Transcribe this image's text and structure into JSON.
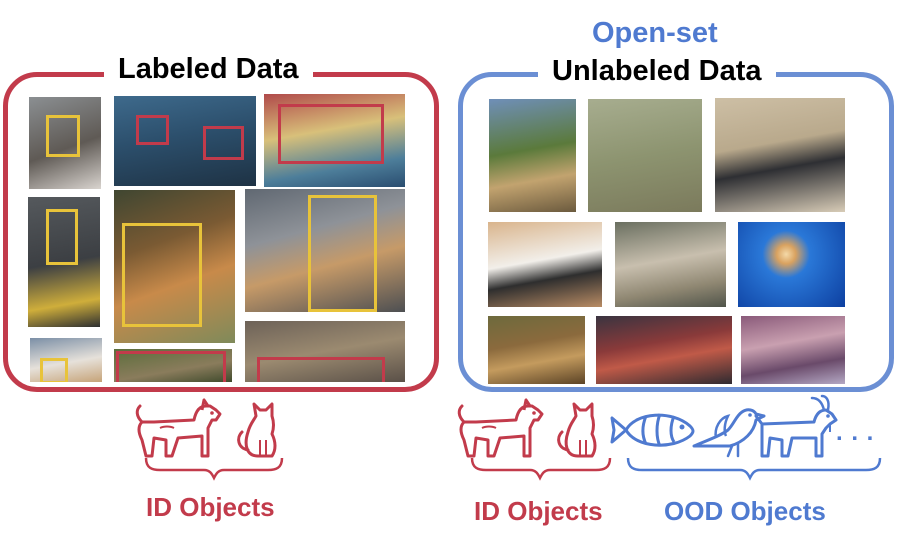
{
  "left_panel": {
    "title": "Labeled Data",
    "caption": "ID Objects",
    "icons": [
      "dog-icon",
      "cat-icon"
    ]
  },
  "right_panel": {
    "subtitle": "Open-set",
    "title": "Unlabeled Data",
    "caption_id": "ID Objects",
    "caption_ood": "OOD Objects",
    "icons_id": [
      "dog-icon",
      "cat-icon"
    ],
    "icons_ood": [
      "fish-icon",
      "bird-icon",
      "goat-icon"
    ],
    "ellipsis": ". . ."
  },
  "colors": {
    "id": "#c23b4b",
    "ood": "#4f7ad0",
    "box_yellow": "#e8c33a",
    "box_red": "#c23b4b"
  }
}
